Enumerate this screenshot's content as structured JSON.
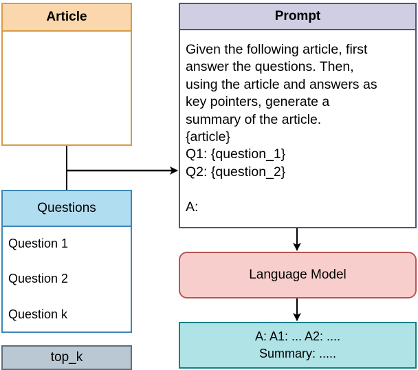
{
  "article": {
    "title": "Article"
  },
  "questions": {
    "title": "Questions",
    "items": [
      "Question 1",
      "Question 2",
      "Question k"
    ]
  },
  "top_k": {
    "label": "top_k"
  },
  "prompt": {
    "title": "Prompt",
    "lines": [
      "Given the following article, first",
      "answer the questions. Then,",
      "using the article and answers as",
      "key pointers, generate a",
      "summary of the article.",
      "{article}",
      "Q1: {question_1}",
      "Q2: {question_2}",
      "",
      "A:"
    ]
  },
  "language_model": {
    "label": "Language Model"
  },
  "output": {
    "line1": "A: A1: ... A2: ....",
    "line2": "Summary: ....."
  },
  "colors": {
    "article_fill": "#fad7ac",
    "article_stroke": "#d79b46",
    "questions_fill": "#b1ddf0",
    "questions_stroke": "#3e86b5",
    "topk_fill": "#bac8d3",
    "prompt_fill": "#d0cee2",
    "lm_fill": "#f8cecc",
    "output_fill": "#b0e3e6"
  }
}
